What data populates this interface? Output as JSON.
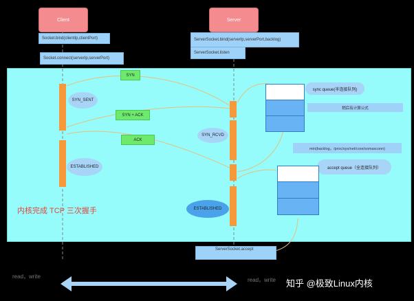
{
  "client": {
    "label": "Client"
  },
  "server": {
    "label": "Server"
  },
  "client_calls": {
    "bind": "Socket.bind(clientIp,clientPort)",
    "connect": "Socket.connect(serverIp,serverPort)"
  },
  "server_calls": {
    "bind": "ServerSocket.bind(serverIp,serverPort,backlog)",
    "listen": "ServerSocket.listen",
    "accept": "ServerSocket.accept"
  },
  "packets": {
    "syn": "SYN",
    "syn_ack": "SYN + ACK",
    "ack": "ACK"
  },
  "client_states": {
    "syn_sent": "SYN_SENT",
    "established": "ESTABLISHED"
  },
  "server_states": {
    "syn_rcvd": "SYN_RCVD",
    "established": "ESTABLISHED"
  },
  "syn_queue": {
    "label": "sync queue(半连接队列)",
    "note": "稍后有计算公式"
  },
  "accept_queue": {
    "label": "accept queue（全连接队列）",
    "formula": "min(backlog，/proc/sys/net/core/somaxconn)"
  },
  "kernel_caption": "内核完成 TCP 三次握手",
  "read_write": {
    "left": "read，write",
    "right": "read，write"
  },
  "watermark": "知乎 @极致Linux内核",
  "colors": {
    "background": "#000000",
    "kernel_area": "#95fbfb",
    "header": "#f38b8f",
    "call_box": "#9fd2f8",
    "packet": "#6dea6d",
    "state_bar": "#f6993a",
    "queue_slot": "#67b3f4",
    "caption": "#e0473a"
  }
}
